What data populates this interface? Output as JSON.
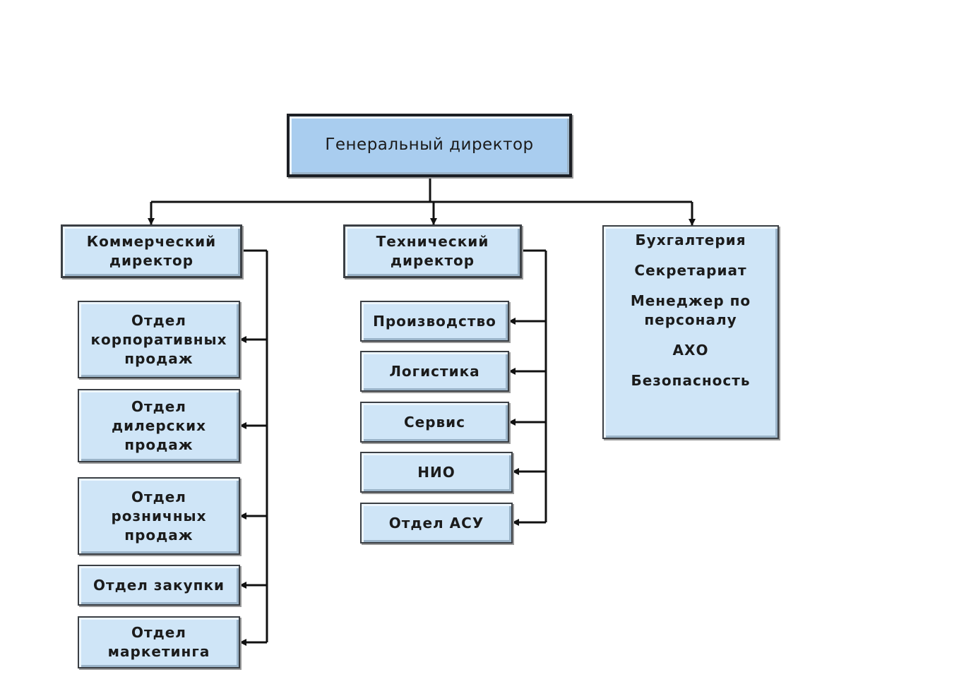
{
  "chart": {
    "top": {
      "label": "Генеральный директор"
    },
    "commercial": {
      "label": "Коммерческий\nдиректор",
      "departments": [
        "Отдел\nкорпоративных\nпродаж",
        "Отдел\nдилерских\nпродаж",
        "Отдел\nрозничных\nпродаж",
        "Отдел закупки",
        "Отдел\nмаркетинга"
      ]
    },
    "technical": {
      "label": "Технический\nдиректор",
      "departments": [
        "Производство",
        "Логистика",
        "Сервис",
        "НИО",
        "Отдел АСУ"
      ]
    },
    "admin": {
      "items": [
        "Бухгалтерия",
        "Секретариат",
        "Менеджер по\nперсоналу",
        "АХО",
        "Безопасность"
      ]
    }
  },
  "colors": {
    "box_fill": "#cfe5f7",
    "top_box_fill": "#a9cdef",
    "line": "#111111"
  }
}
